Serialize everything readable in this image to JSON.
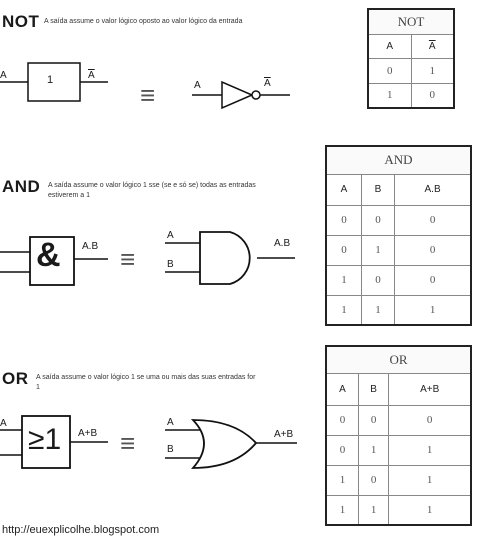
{
  "not_section": {
    "title": "NOT",
    "description": "A saída assume o valor lógico oposto ao valor lógico da entrada",
    "block_input": "A",
    "block_symbol": "1",
    "block_output": "A",
    "gate_input": "A",
    "gate_output": "A",
    "equivalence": "≡",
    "table": {
      "title": "NOT",
      "headers": [
        "A",
        "A"
      ],
      "rows": [
        [
          "0",
          "1"
        ],
        [
          "1",
          "0"
        ]
      ]
    }
  },
  "and_section": {
    "title": "AND",
    "description": "A saída assume o valor lógico 1 sse (se e só se) todas as entradas estiverem a 1",
    "block_symbol": "&",
    "block_output": "A.B",
    "gate_input_a": "A",
    "gate_input_b": "B",
    "gate_output": "A.B",
    "equivalence": "≡",
    "table": {
      "title": "AND",
      "headers": [
        "A",
        "B",
        "A.B"
      ],
      "rows": [
        [
          "0",
          "0",
          "0"
        ],
        [
          "0",
          "1",
          "0"
        ],
        [
          "1",
          "0",
          "0"
        ],
        [
          "1",
          "1",
          "1"
        ]
      ]
    }
  },
  "or_section": {
    "title": "OR",
    "description": "A saída assume o valor lógico 1 se uma ou mais das suas entradas for 1",
    "block_input": "A",
    "block_symbol": "≥1",
    "block_output": "A+B",
    "gate_input_a": "A",
    "gate_input_b": "B",
    "gate_output": "A+B",
    "equivalence": "≡",
    "table": {
      "title": "OR",
      "headers": [
        "A",
        "B",
        "A+B"
      ],
      "rows": [
        [
          "0",
          "0",
          "0"
        ],
        [
          "0",
          "1",
          "1"
        ],
        [
          "1",
          "0",
          "1"
        ],
        [
          "1",
          "1",
          "1"
        ]
      ]
    }
  },
  "footer": {
    "url": "http://euexplicolhe.blogspot.com"
  }
}
